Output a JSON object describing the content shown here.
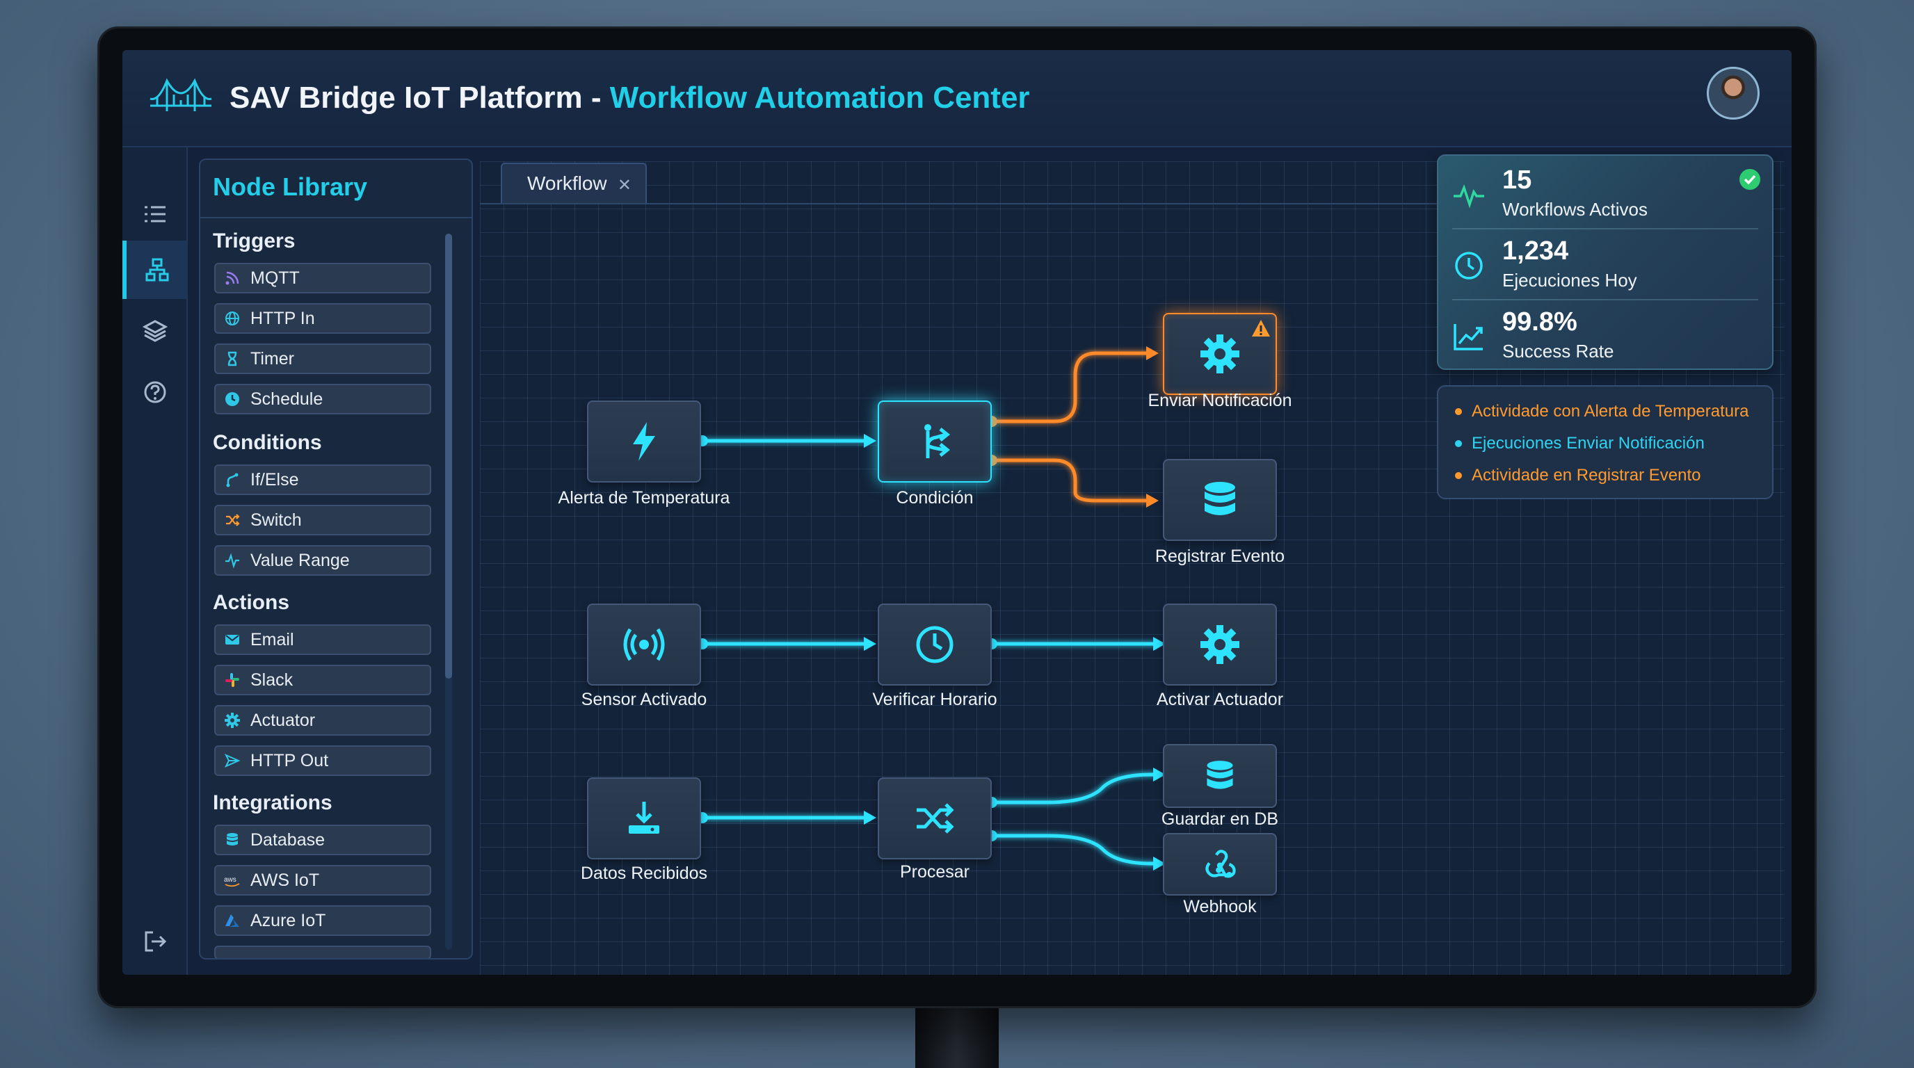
{
  "header": {
    "title_main": "SAV Bridge IoT Platform - ",
    "title_sub": "Workflow Automation Center",
    "logo_icon": "bridge-icon",
    "avatar": "user-avatar"
  },
  "rail": {
    "items": [
      {
        "icon": "list-icon"
      },
      {
        "icon": "workflow-icon",
        "active": true
      },
      {
        "icon": "layers-icon"
      },
      {
        "icon": "help-icon"
      },
      {
        "icon": "logout-icon"
      }
    ]
  },
  "library": {
    "title": "Node Library",
    "sections": [
      {
        "title": "Triggers",
        "items": [
          {
            "label": "MQTT",
            "icon": "rss-icon"
          },
          {
            "label": "HTTP In",
            "icon": "globe-icon"
          },
          {
            "label": "Timer",
            "icon": "hourglass-icon"
          },
          {
            "label": "Schedule",
            "icon": "clock-icon"
          }
        ]
      },
      {
        "title": "Conditions",
        "items": [
          {
            "label": "If/Else",
            "icon": "branch-icon"
          },
          {
            "label": "Switch",
            "icon": "shuffle-icon"
          },
          {
            "label": "Value Range",
            "icon": "pulse-icon"
          }
        ]
      },
      {
        "title": "Actions",
        "items": [
          {
            "label": "Email",
            "icon": "mail-icon"
          },
          {
            "label": "Slack",
            "icon": "slack-icon"
          },
          {
            "label": "Actuator",
            "icon": "gear-icon"
          },
          {
            "label": "HTTP Out",
            "icon": "send-icon"
          }
        ]
      },
      {
        "title": "Integrations",
        "items": [
          {
            "label": "Database",
            "icon": "database-icon"
          },
          {
            "label": "AWS IoT",
            "icon": "aws-icon"
          },
          {
            "label": "Azure IoT",
            "icon": "azure-icon"
          }
        ]
      }
    ]
  },
  "canvas": {
    "tab_label": "Workflow",
    "nodes": {
      "alerta": "Alerta de Temperatura",
      "condicion": "Condición",
      "enviar": "Enviar Notificación",
      "registrar": "Registrar Evento",
      "sensor": "Sensor Activado",
      "verificar": "Verificar Horario",
      "activar": "Activar Actuador",
      "datos": "Datos Recibidos",
      "procesar": "Procesar",
      "guardar": "Guardar en DB",
      "webhook": "Webhook"
    }
  },
  "stats": {
    "workflows_value": "15",
    "workflows_label": "Workflows Activos",
    "executions_value": "1,234",
    "executions_label": "Ejecuciones Hoy",
    "success_value": "99.8%",
    "success_label": "Success Rate"
  },
  "activity": [
    {
      "text": "Actividade con Alerta de Temperatura",
      "color": "#ff9a2e"
    },
    {
      "text": "Ejecuciones Enviar Notificación",
      "color": "#2ed3ef"
    },
    {
      "text": "Actividade en Registrar Evento",
      "color": "#ff9a2e"
    }
  ],
  "colors": {
    "accent_cyan": "#22cfe8",
    "accent_orange": "#ff8a2a",
    "success_green": "#2ecc71"
  }
}
